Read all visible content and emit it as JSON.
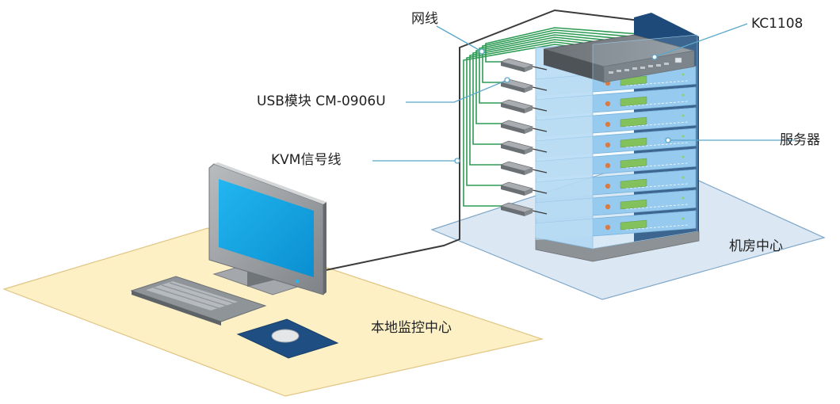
{
  "labels": {
    "network_cable": "网线",
    "kvm_switch": "KC1108",
    "usb_module": "USB模块 CM-0906U",
    "kvm_cable": "KVM信号线",
    "servers": "服务器",
    "machine_room": "机房中心",
    "local_console": "本地监控中心"
  },
  "colors": {
    "local_zone_fill": "#fcf0c4",
    "local_zone_border": "#e1c585",
    "room_zone_fill": "#dbe8f4",
    "room_zone_border": "#7ea6c8",
    "network_cable": "#2e9b55",
    "kvm_cable": "#3b3b3b",
    "server_panel": "#8ac4ec",
    "server_led": "#e0621d",
    "server_display": "#72b93a",
    "monitor_screen": "#0ea6e6",
    "rack_back": "#1d4a78",
    "mousepad": "#1f4e82",
    "leader_line": "#5ba7cb"
  },
  "counts": {
    "servers": 8,
    "usb_modules": 8
  }
}
